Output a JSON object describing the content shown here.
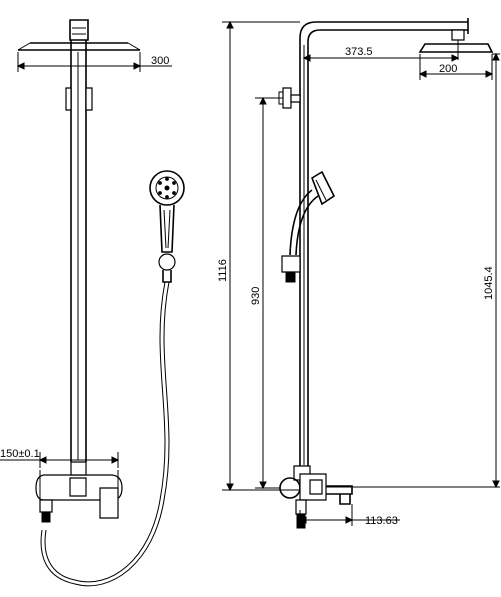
{
  "dimensions": {
    "head_width_front": "300",
    "inlet_spacing": "150±0.1",
    "arm_length": "373.5",
    "head_width_side": "200",
    "total_height": "1116",
    "slide_bar_height": "930",
    "head_height": "1045.4",
    "spout_length": "113.63"
  },
  "colors": {
    "line": "#000000",
    "background": "#ffffff"
  }
}
